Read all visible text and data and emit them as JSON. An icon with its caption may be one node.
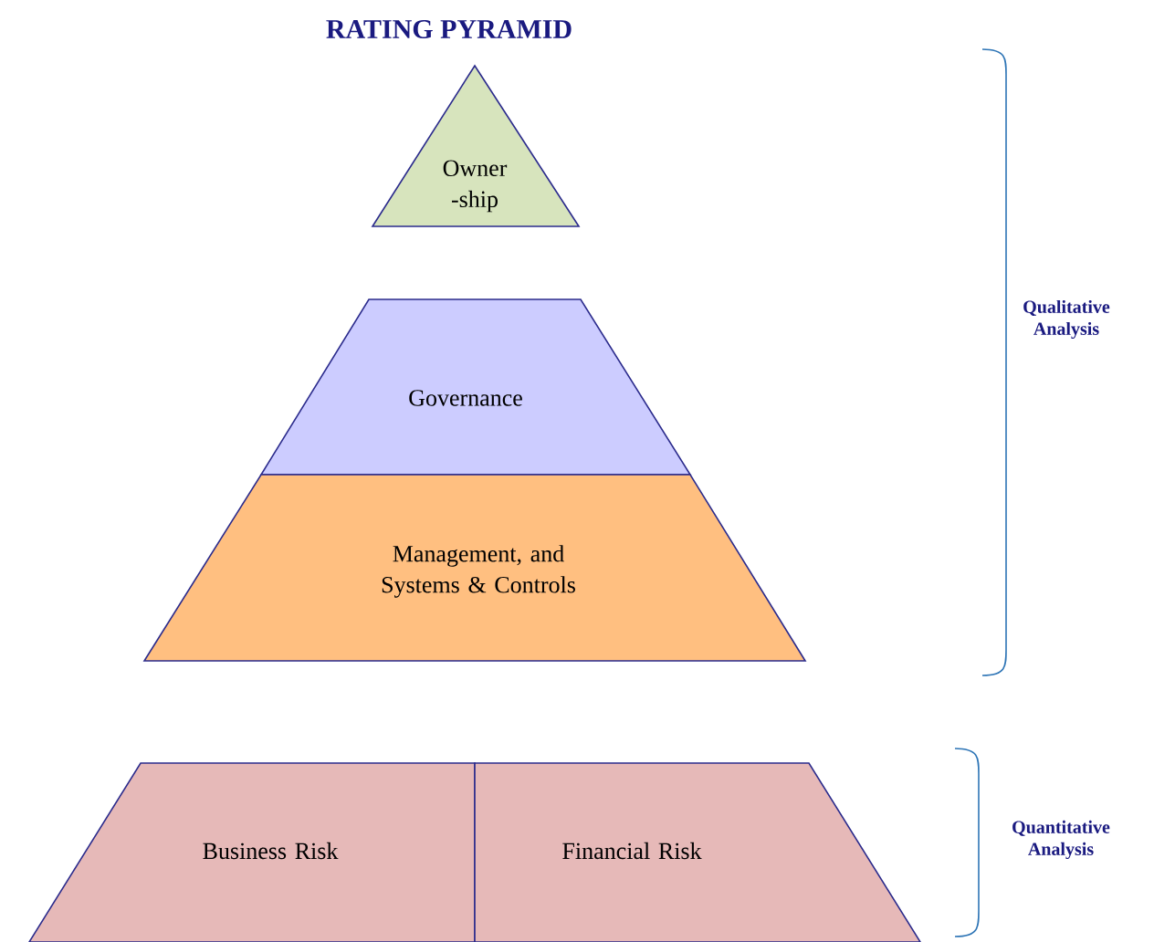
{
  "diagram": {
    "title": "RATING PYRAMID",
    "nodes": [
      {
        "text": [
          "Owner -ship"
        ]
      },
      {
        "text": [
          "Governance"
        ]
      },
      {
        "text": [
          "Management, and Systems & Controls"
        ]
      },
      {
        "text": [
          "Business Risk"
        ]
      },
      {
        "text": [
          "Financial Risk"
        ]
      }
    ],
    "labels": [
      "Qualitative Analysis",
      "Quantitative Analysis"
    ]
  }
}
